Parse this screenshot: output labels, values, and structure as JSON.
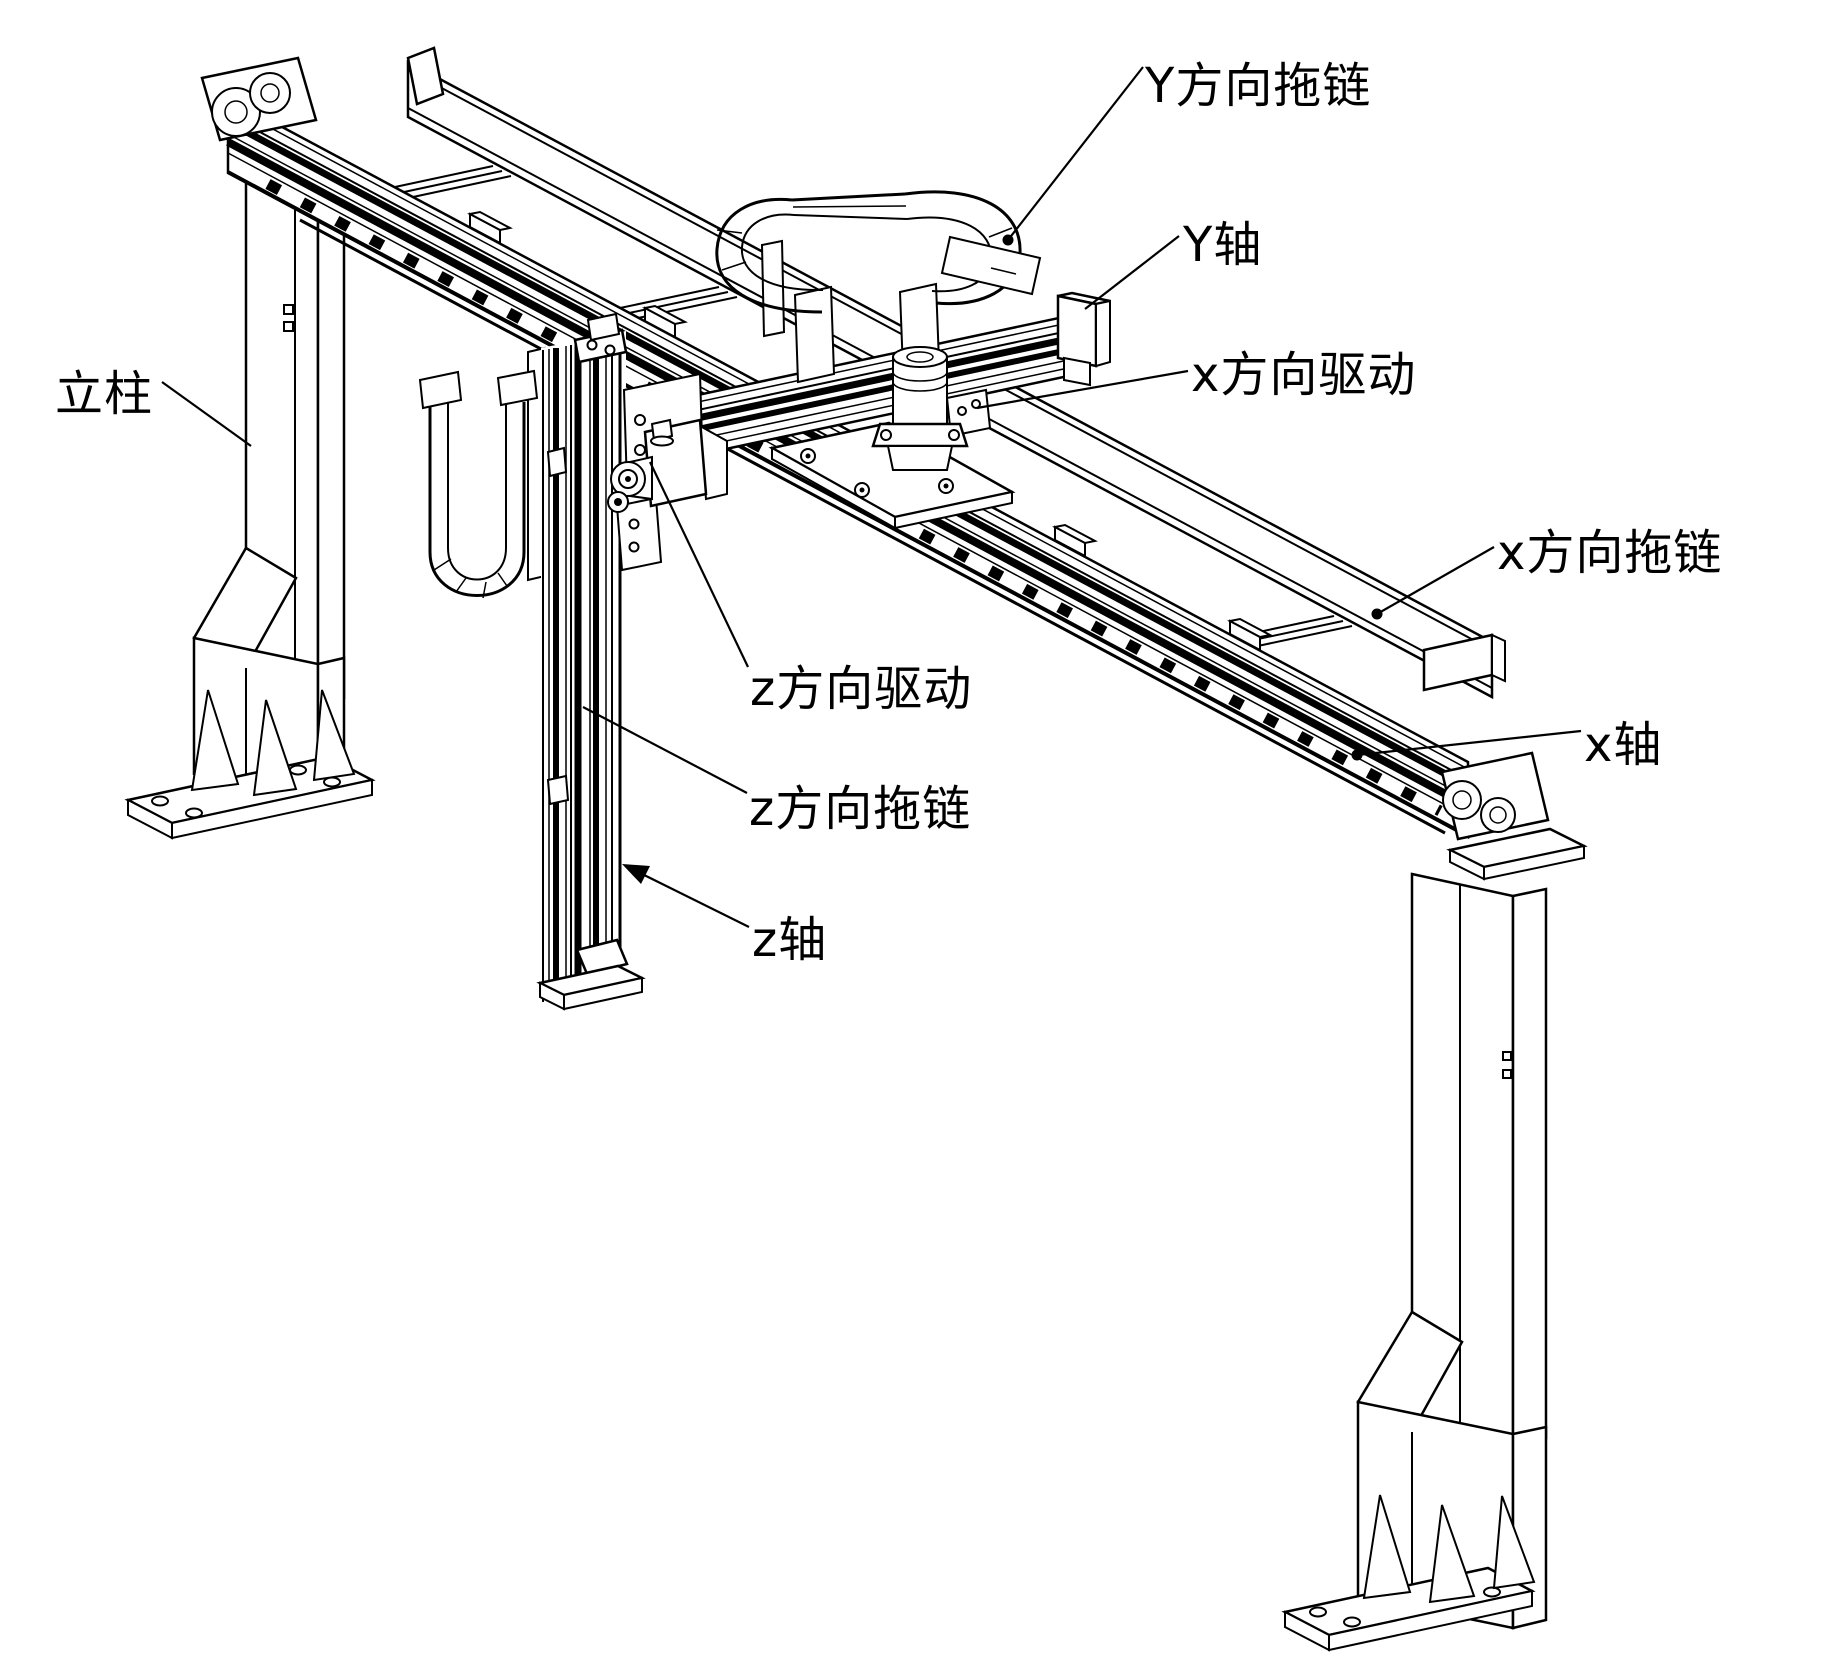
{
  "figure": {
    "type": "technical-line-drawing",
    "subject": "三轴龙门桁架机器人 (gantry robot axis diagram)",
    "colors": {
      "line": "#000000",
      "background": "#ffffff"
    }
  },
  "labels": {
    "column": {
      "text": "立柱"
    },
    "y_drag_chain": {
      "text": "Y方向拖链"
    },
    "y_axis": {
      "text": "Y轴"
    },
    "x_drive": {
      "text": "x方向驱动"
    },
    "x_drag_chain": {
      "text": "x方向拖链"
    },
    "x_axis": {
      "text": "x轴"
    },
    "z_drive": {
      "text": "z方向驱动"
    },
    "z_drag_chain": {
      "text": "z方向拖链"
    },
    "z_axis": {
      "text": "z轴"
    }
  }
}
